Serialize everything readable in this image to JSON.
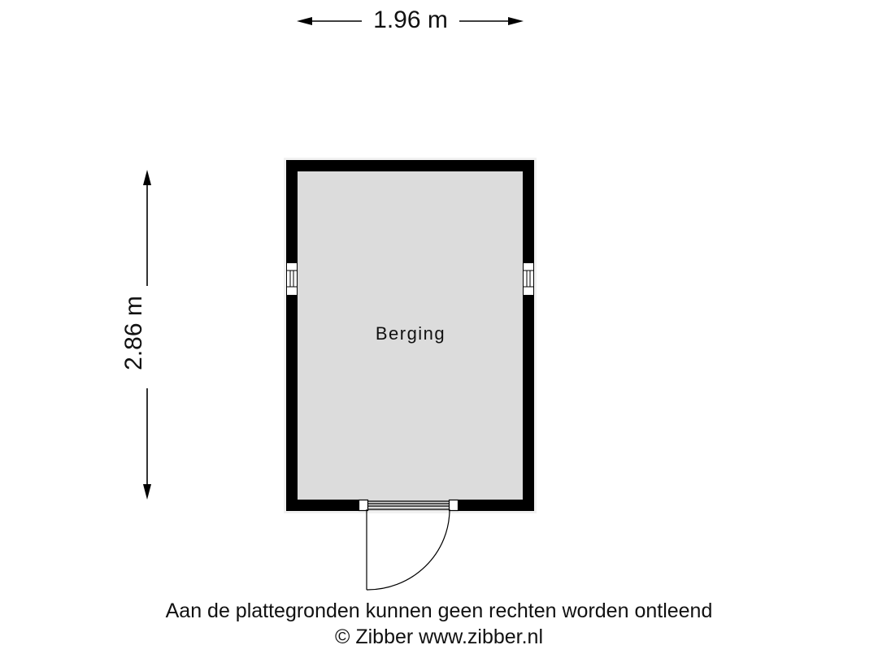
{
  "dimensions": {
    "width_label": "1.96 m",
    "height_label": "2.86 m"
  },
  "rooms": [
    {
      "name": "Berging",
      "fill": "#dcdcdc"
    }
  ],
  "colors": {
    "wall": "#000000",
    "room_fill": "#dcdcdc",
    "background": "#ffffff"
  },
  "footer": {
    "disclaimer": "Aan de plattegronden kunnen geen rechten worden ontleend",
    "copyright": "© Zibber www.zibber.nl"
  }
}
